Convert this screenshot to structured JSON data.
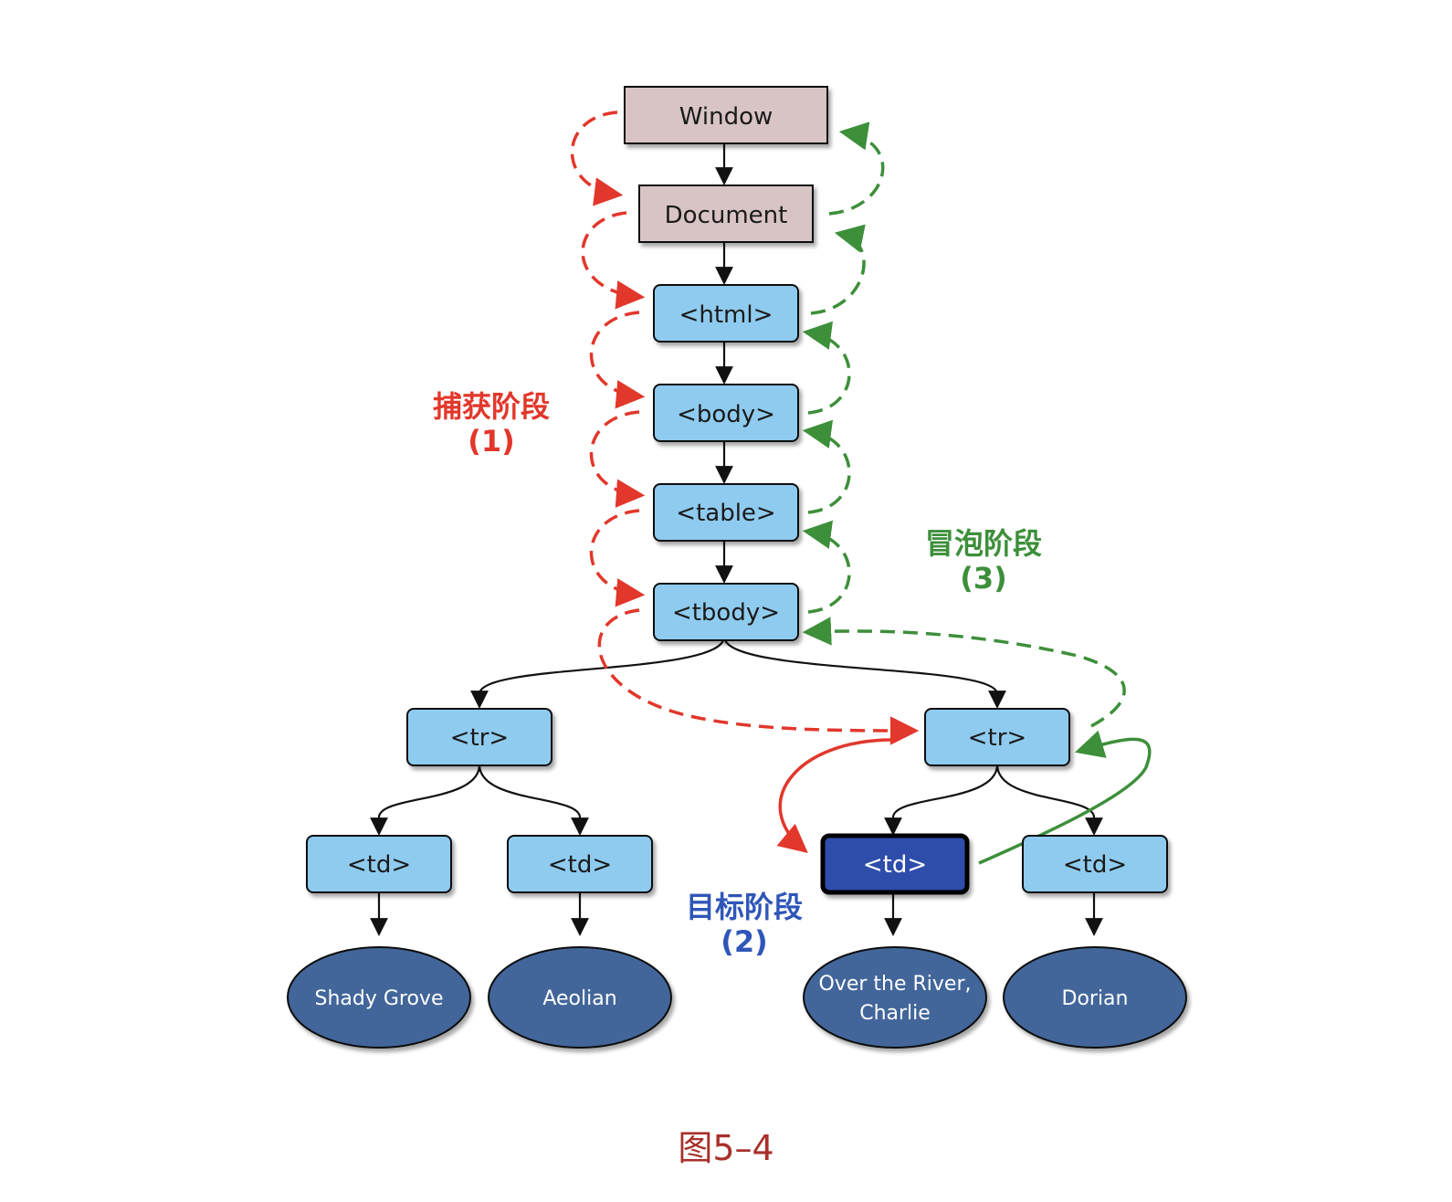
{
  "nodes": {
    "window": "Window",
    "document": "Document",
    "html": "<html>",
    "body": "<body>",
    "table": "<table>",
    "tbody": "<tbody>",
    "tr_left": "<tr>",
    "tr_right": "<tr>",
    "td_1": "<td>",
    "td_2": "<td>",
    "td_target": "<td>",
    "td_4": "<td>"
  },
  "leaves": {
    "leaf_1": [
      "Shady Grove"
    ],
    "leaf_2": [
      "Aeolian"
    ],
    "leaf_3": [
      "Over the River,",
      "Charlie"
    ],
    "leaf_4": [
      "Dorian"
    ]
  },
  "phases": {
    "capture": {
      "title": "捕获阶段",
      "number": "(1)",
      "color": "#e2372b"
    },
    "target": {
      "title": "目标阶段",
      "number": "(2)",
      "color": "#2f56b8"
    },
    "bubble": {
      "title": "冒泡阶段",
      "number": "(3)",
      "color": "#3d8f3a"
    }
  },
  "caption": "图5–4",
  "colors": {
    "window_fill": "#d8c4c4",
    "element_fill": "#8fcbef",
    "target_fill": "#2f4eab",
    "leaf_fill": "#43669a",
    "capture_arrow": "#e2372b",
    "bubble_arrow": "#3d8f3a"
  }
}
